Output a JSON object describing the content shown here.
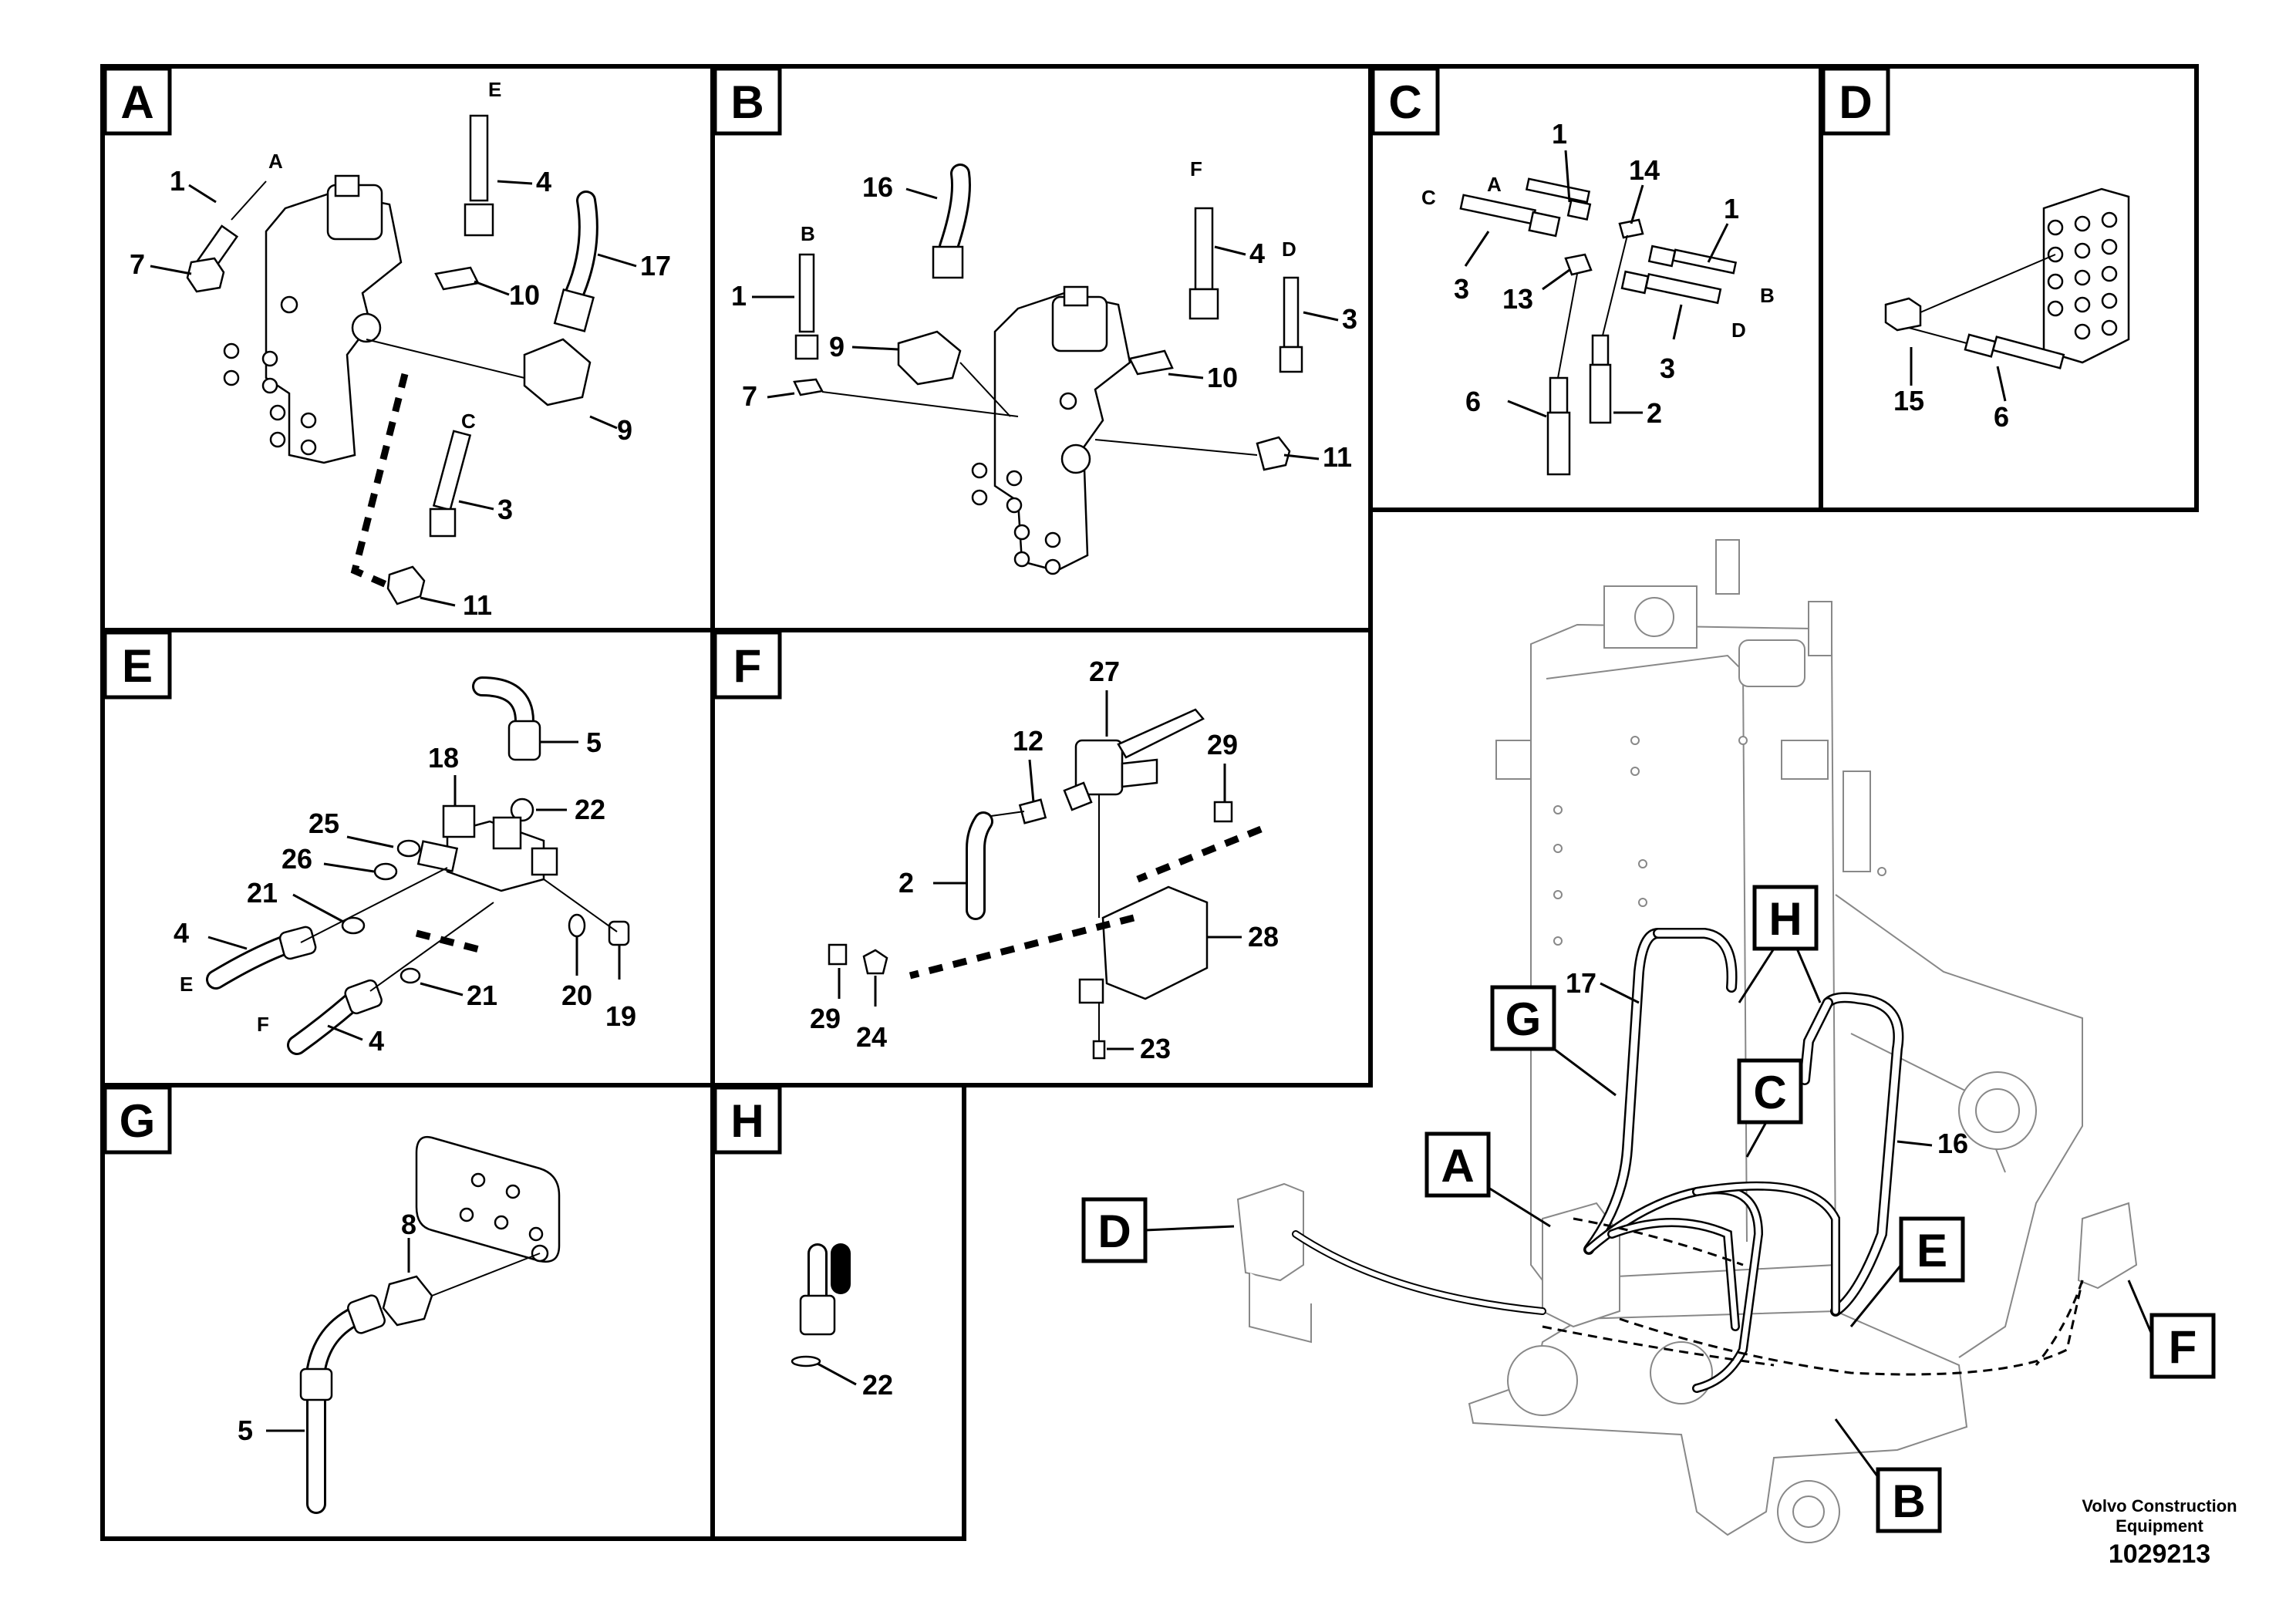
{
  "panels": {
    "a": {
      "letter": "A"
    },
    "b": {
      "letter": "B"
    },
    "c": {
      "letter": "C"
    },
    "d": {
      "letter": "D"
    },
    "e": {
      "letter": "E"
    },
    "f": {
      "letter": "F"
    },
    "g": {
      "letter": "G"
    },
    "h": {
      "letter": "H"
    }
  },
  "callouts": {
    "a": [
      "1",
      "7",
      "4",
      "10",
      "17",
      "9",
      "3",
      "11"
    ],
    "b": [
      "16",
      "1",
      "9",
      "7",
      "4",
      "10",
      "3",
      "11"
    ],
    "c": [
      "1",
      "14",
      "1",
      "3",
      "13",
      "3",
      "6",
      "2"
    ],
    "d": [
      "15",
      "6"
    ],
    "e": [
      "5",
      "18",
      "22",
      "25",
      "26",
      "21",
      "4",
      "21",
      "20",
      "19",
      "4"
    ],
    "f": [
      "27",
      "12",
      "29",
      "2",
      "28",
      "29",
      "24",
      "23"
    ],
    "g": [
      "8",
      "5"
    ],
    "h": [
      "22"
    ],
    "main": [
      "17",
      "16"
    ]
  },
  "ports": {
    "a": [
      "A",
      "E",
      "C"
    ],
    "b": [
      "B",
      "F",
      "D"
    ],
    "c": [
      "C",
      "A",
      "B",
      "D"
    ],
    "e": [
      "E",
      "F"
    ]
  },
  "overview_tags": [
    "H",
    "G",
    "C",
    "A",
    "D",
    "E",
    "F",
    "B"
  ],
  "footer": {
    "brand": "Volvo Construction Equipment",
    "id": "1029213"
  }
}
